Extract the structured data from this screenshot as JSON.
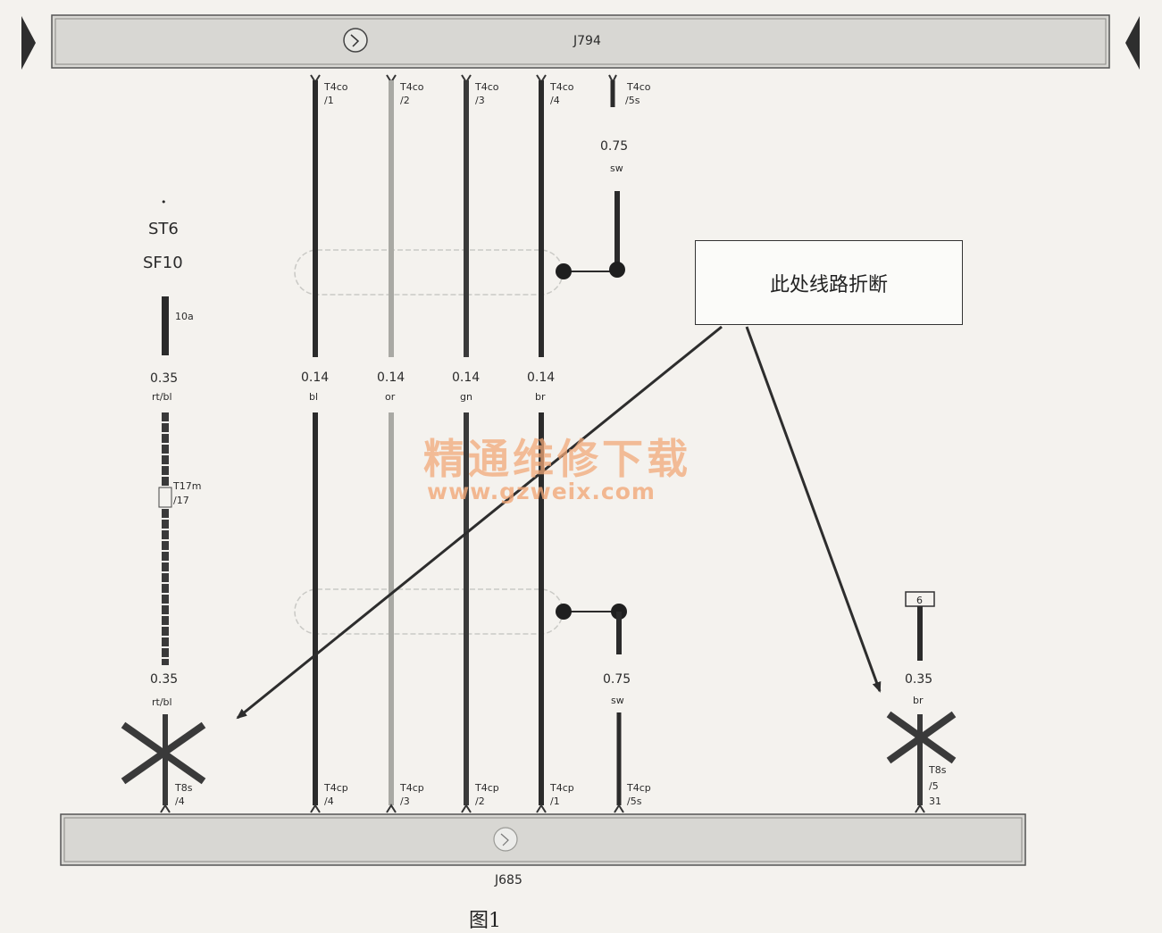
{
  "modules": {
    "top": {
      "label": "J794"
    },
    "bottom": {
      "label": "J685"
    }
  },
  "wires": [
    {
      "id": "w1",
      "top_conn": "T4co",
      "top_pin": "/1",
      "size": "0.14",
      "color_code": "bl",
      "bottom_conn": "T4cp",
      "bottom_pin": "/4",
      "stroke": "#2b2b2b"
    },
    {
      "id": "w2",
      "top_conn": "T4co",
      "top_pin": "/2",
      "size": "0.14",
      "color_code": "or",
      "bottom_conn": "T4cp",
      "bottom_pin": "/3",
      "stroke": "#a9a9a4"
    },
    {
      "id": "w3",
      "top_conn": "T4co",
      "top_pin": "/3",
      "size": "0.14",
      "color_code": "gn",
      "bottom_conn": "T4cp",
      "bottom_pin": "/2",
      "stroke": "#3a3a3a"
    },
    {
      "id": "w4",
      "top_conn": "T4co",
      "top_pin": "/4",
      "size": "0.14",
      "color_code": "br",
      "bottom_conn": "T4cp",
      "bottom_pin": "/1",
      "stroke": "#2b2b2b"
    }
  ],
  "shield": {
    "top_conn": "T4co",
    "top_pin": "/5s",
    "top_size": "0.75",
    "top_color": "sw",
    "bottom_size": "0.75",
    "bottom_color": "sw",
    "bottom_conn": "T4cp",
    "bottom_pin": "/5s"
  },
  "left_branch": {
    "st": "ST6",
    "sf": "SF10",
    "fuse_pin": "10a",
    "size_top": "0.35",
    "color_top": "rt/bl",
    "mid_conn": "T17m",
    "mid_pin": "/17",
    "size_bottom": "0.35",
    "color_bottom": "rt/bl",
    "bottom_conn": "T8s",
    "bottom_pin": "/4"
  },
  "right_branch": {
    "ground_label": "6",
    "size": "0.35",
    "color": "br",
    "bottom_conn": "T8s",
    "bottom_pin": "/5",
    "bottom_pin2": "31"
  },
  "callout": {
    "text": "此处线路折断"
  },
  "watermark": {
    "title": "精通维修下载",
    "url": "www.gzweix.com"
  },
  "caption": "图1"
}
